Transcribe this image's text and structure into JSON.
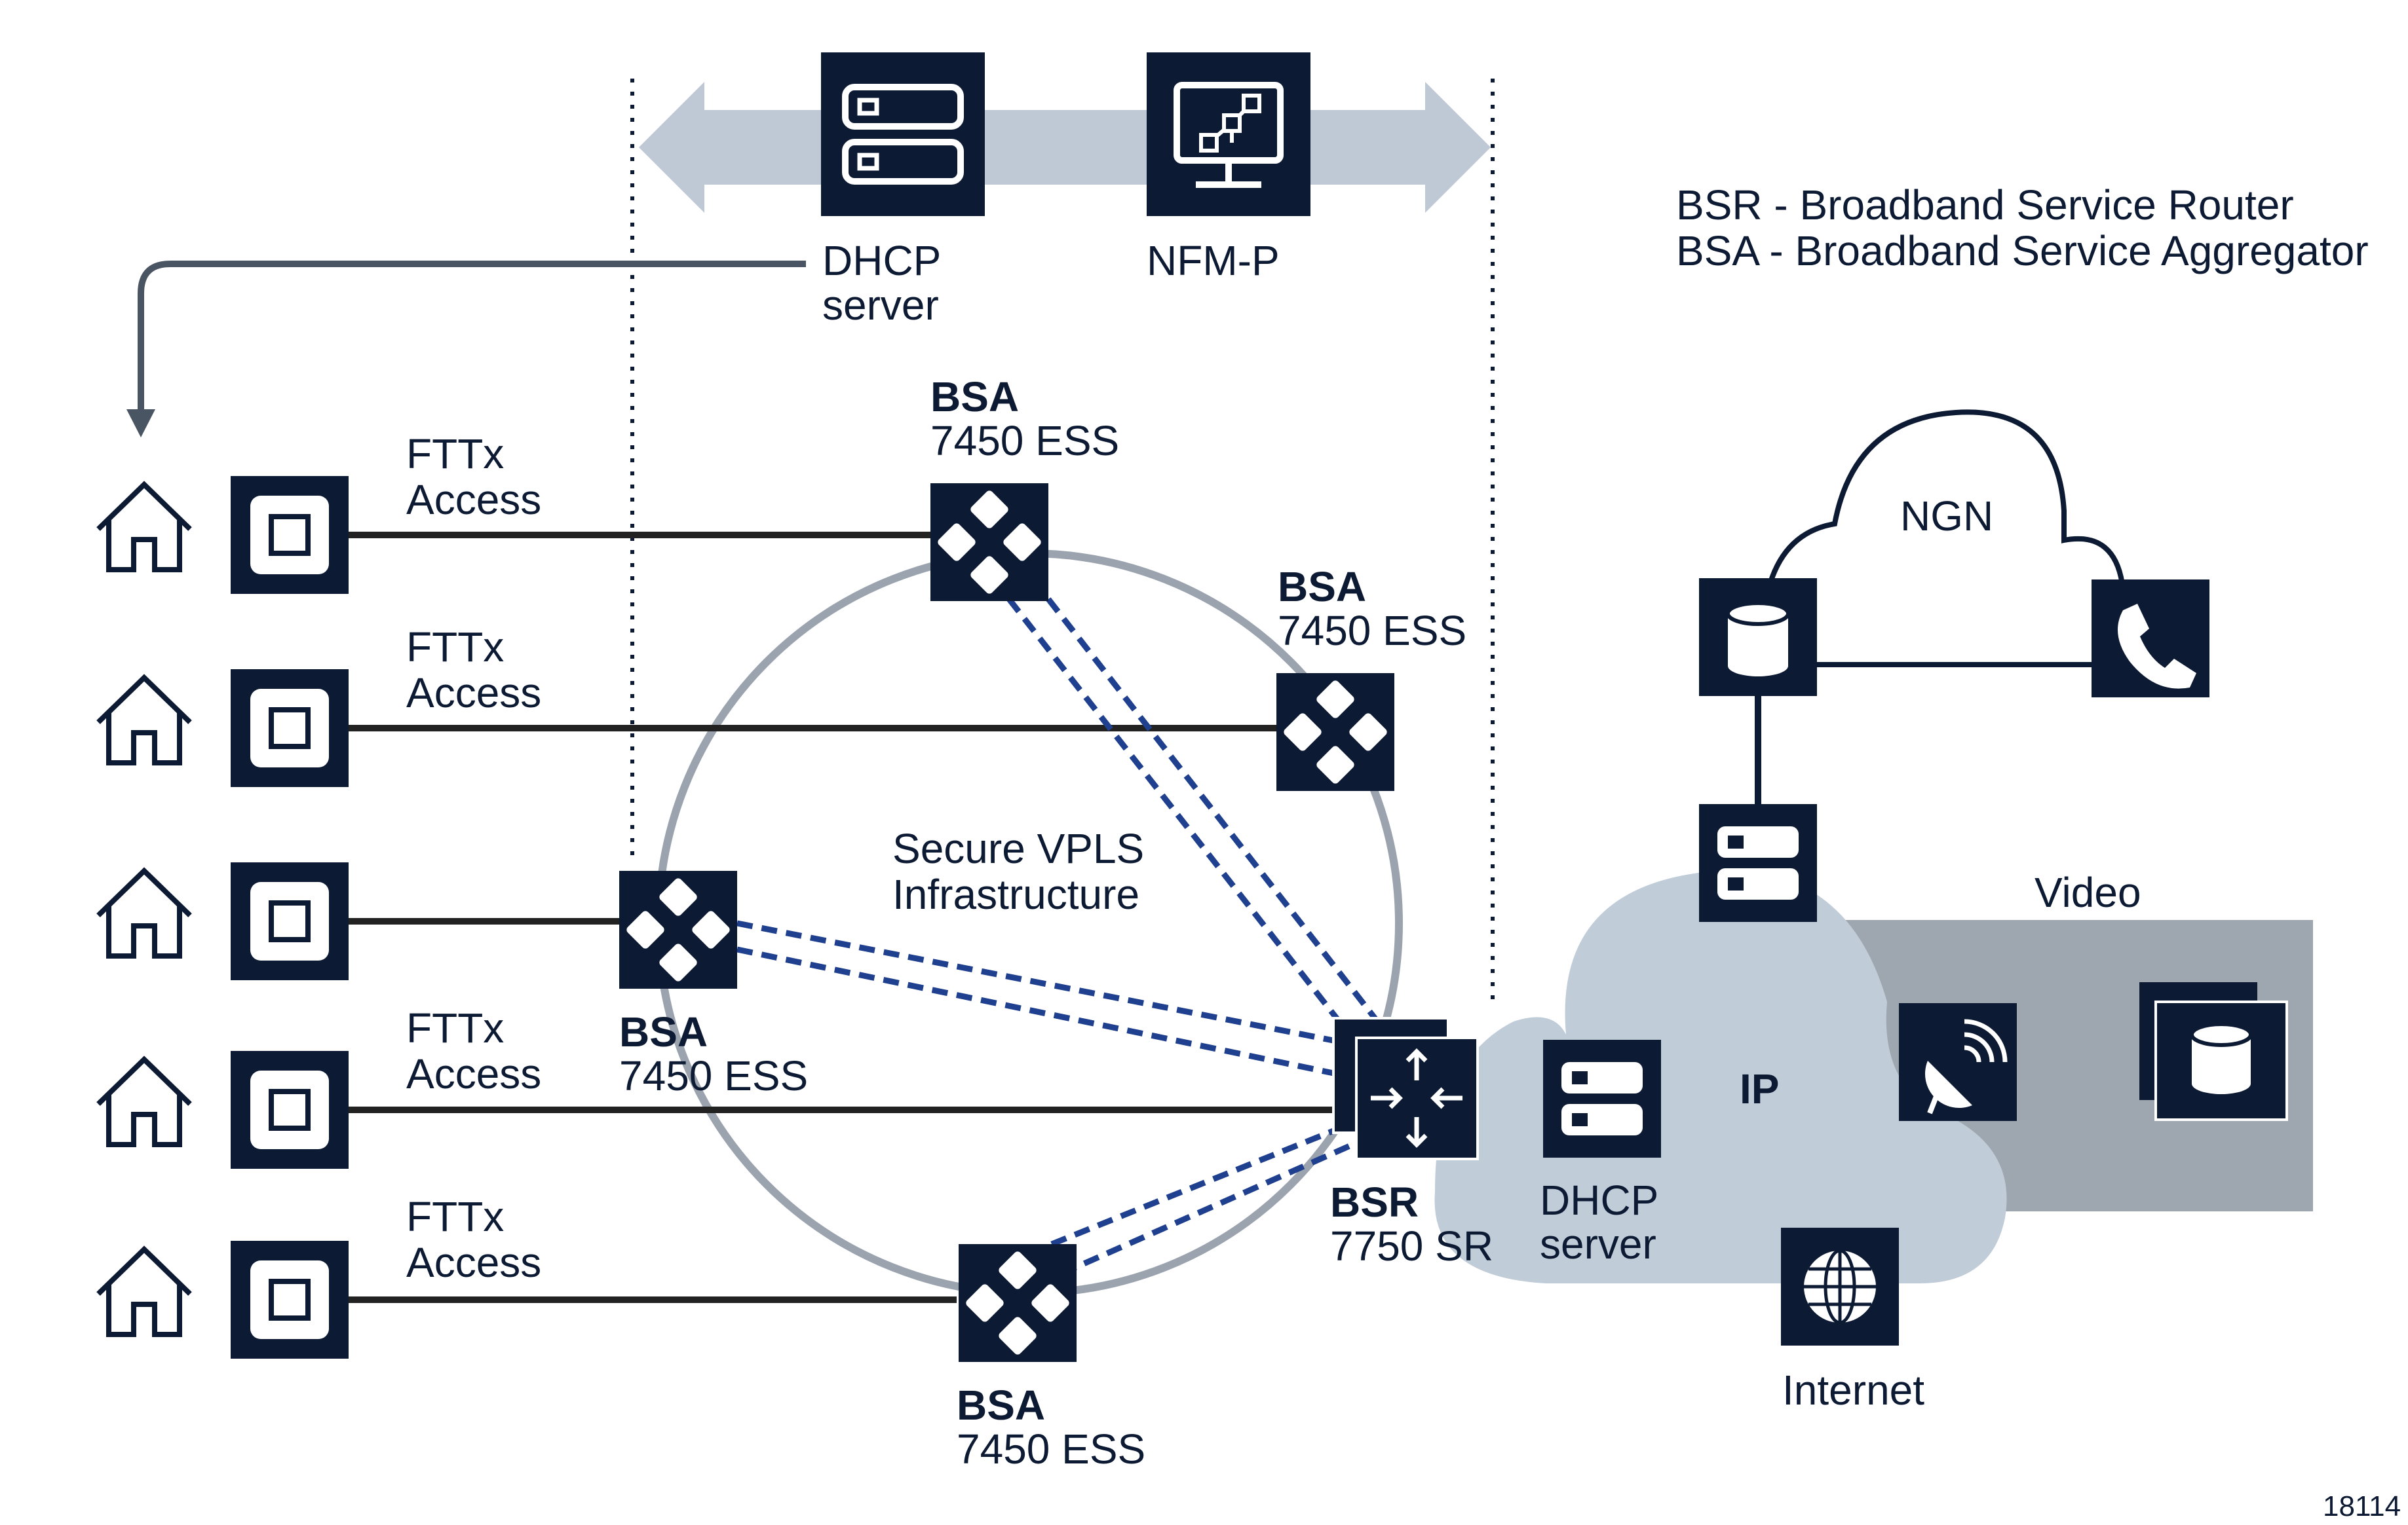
{
  "legend": {
    "bsr": "BSR - Broadband Service Router",
    "bsa": "BSA - Broadband Service Aggregator"
  },
  "management": {
    "dhcp_line1": "DHCP",
    "dhcp_line2": "server",
    "nfmp": "NFM-P"
  },
  "access": {
    "line1": "FTTx",
    "line2": "Access"
  },
  "nodes": {
    "bsa_top": {
      "name": "BSA",
      "model": "7450 ESS"
    },
    "bsa_right": {
      "name": "BSA",
      "model": "7450 ESS"
    },
    "bsa_left": {
      "name": "BSA",
      "model": "7450 ESS"
    },
    "bsa_bottom": {
      "name": "BSA",
      "model": "7450 ESS"
    },
    "bsr": {
      "name": "BSR",
      "model": "7750 SR"
    }
  },
  "ring": {
    "line1": "Secure VPLS",
    "line2": "Infrastructure"
  },
  "clouds": {
    "ngn": "NGN",
    "ip": "IP",
    "video": "Video",
    "internet": "Internet"
  },
  "core_dhcp": {
    "line1": "DHCP",
    "line2": "server"
  },
  "figure_id": "18114",
  "colors": {
    "navy": "#0d1a33",
    "dashed_link": "#1f3f8f",
    "ring": "#9aa3ae",
    "arrow_band": "#bfc9d6",
    "ip_cloud": "#c0ccd8",
    "video_band": "#9ea6b0"
  },
  "icons": [
    "house-icon",
    "ont-icon",
    "switch-diamond-icon",
    "router-arrows-icon",
    "server-icon",
    "network-monitor-icon",
    "database-icon",
    "phone-icon",
    "satellite-dish-icon",
    "globe-icon"
  ]
}
